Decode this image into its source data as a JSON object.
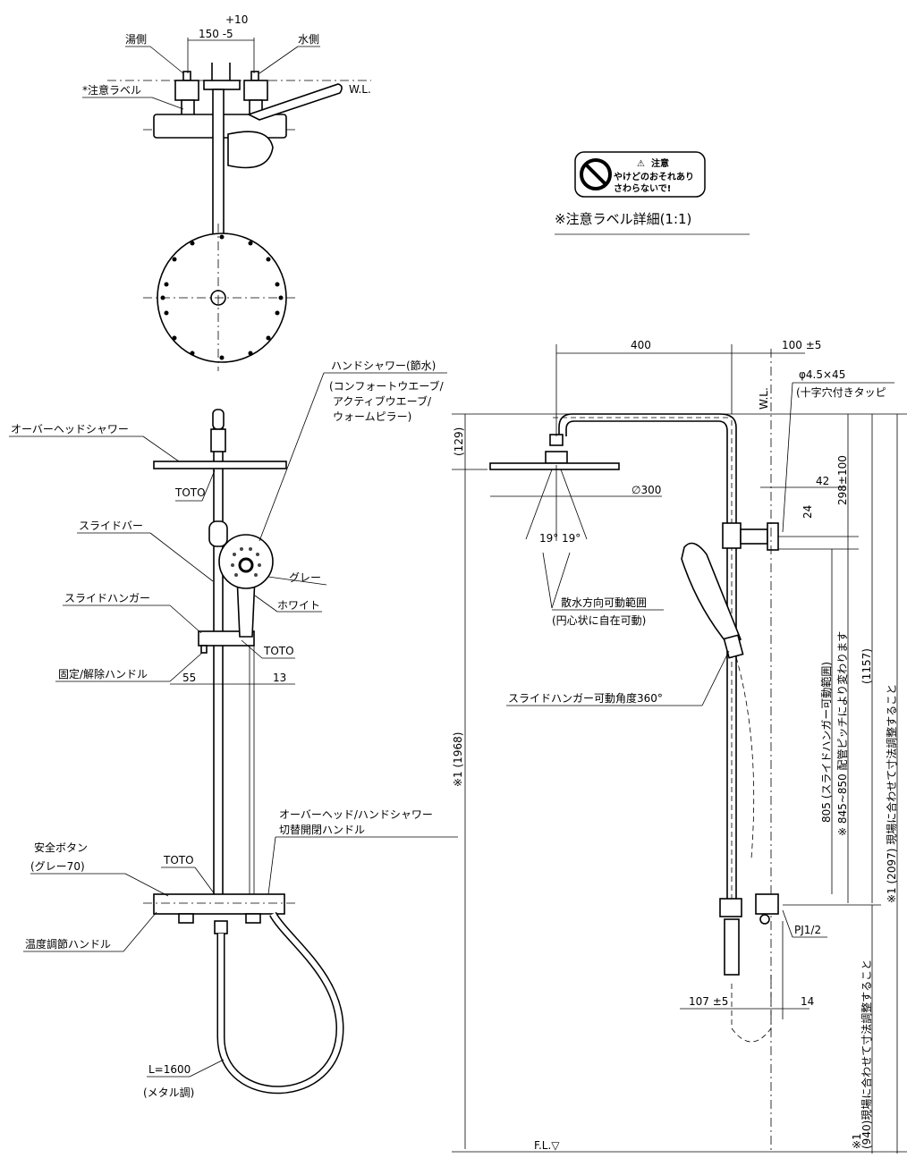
{
  "top_view": {
    "hot_side": "湯側",
    "cold_side": "水側",
    "tolerance_upper": "+10",
    "pitch": "150 -5",
    "caution_label": "*注意ラベル",
    "wall_line": "W.L."
  },
  "caution_label_detail": {
    "label_title": "注意",
    "label_line1": "やけどのおそれあり",
    "label_line2": "さわらないで!",
    "caption": "※注意ラベル詳細(1:1)"
  },
  "front_view": {
    "hand_shower": "ハンドシャワー(節水)",
    "modes_line1": "(コンフォートウエーブ/",
    "modes_line2": "アクティブウエーブ/",
    "modes_line3": "ウォームピラー)",
    "overhead_shower": "オーバーヘッドシャワー",
    "brand": "TOTO",
    "slide_bar": "スライドバー",
    "gray": "グレー",
    "white": "ホワイト",
    "slide_hanger": "スライドハンガー",
    "lock_handle": "固定/解除ハンドル",
    "dim_55": "55",
    "dim_13": "13",
    "switch_handle_line1": "オーバーヘッド/ハンドシャワー",
    "switch_handle_line2": "切替開閉ハンドル",
    "safety_button": "安全ボタン",
    "safety_button_color": "(グレー70)",
    "temp_handle": "温度調節ハンドル",
    "hose_length": "L=1600",
    "hose_finish": "(メタル調)"
  },
  "side_view": {
    "dim_400": "400",
    "dim_100": "100 ±5",
    "screw": "φ4.5×45",
    "screw_type": "(十字穴付きタッピ",
    "wall_line": "W.L.",
    "dim_129": "(129)",
    "dim_300": "∅300",
    "angle_left": "19°",
    "angle_right": "19°",
    "spray_range": "散水方向可動範囲",
    "spray_range_note": "(円心状に自在可動)",
    "dim_42": "42",
    "dim_24": "24",
    "dim_298": "298±100",
    "hanger_angle": "スライドハンガー可動角度360°",
    "dim_805": "805 (スライドハンガー可動範囲)",
    "dim_pitch": "※ 845~850 配管ピッチにより変わります",
    "dim_1157": "(1157)",
    "dim_2097": "※1 (2097) 現場に合わせて寸法調整すること",
    "dim_1968": "※1 (1968)",
    "pj": "PJ1/2",
    "dim_107": "107 ±5",
    "dim_14": "14",
    "dim_940_note": "※1",
    "dim_940": "(940)現場に合わせて寸法調整すること",
    "floor_line": "F.L.▽"
  }
}
